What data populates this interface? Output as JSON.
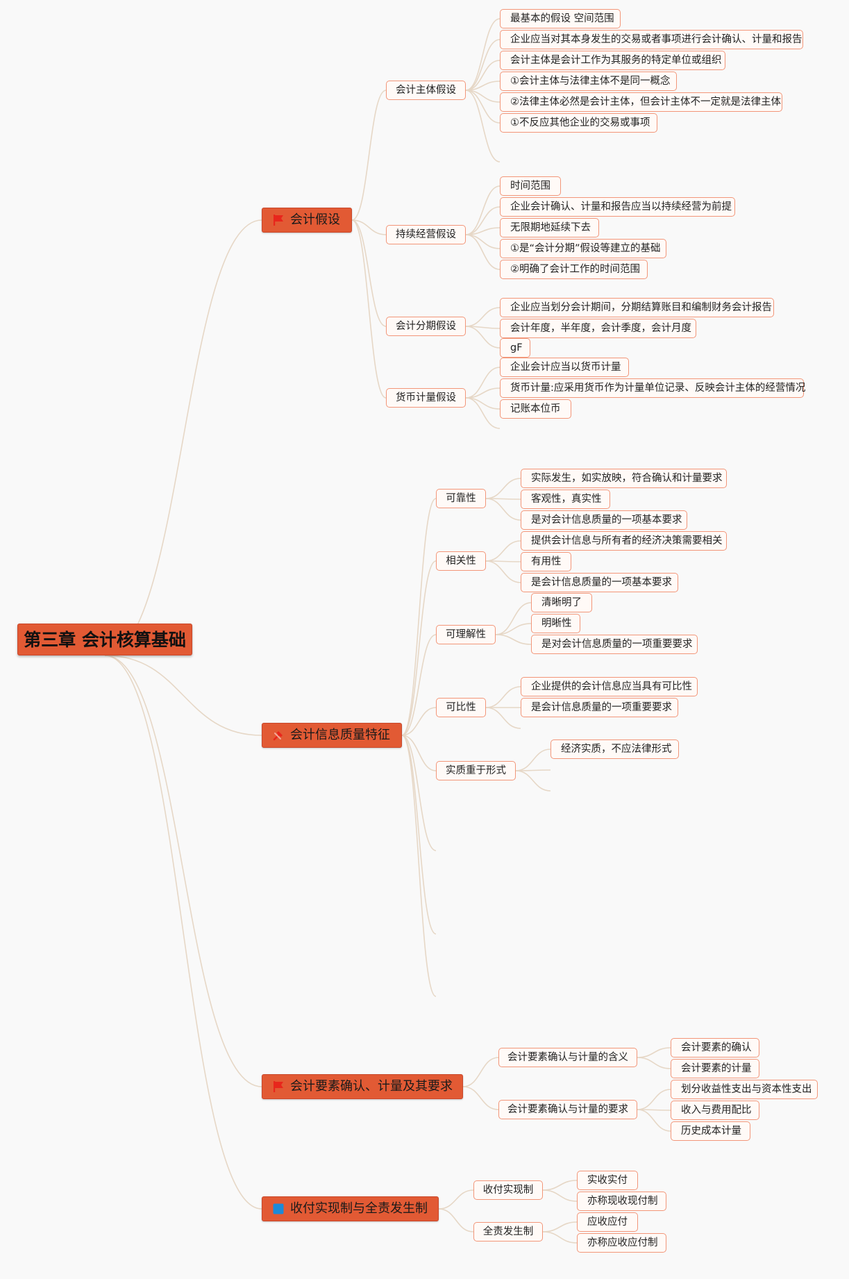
{
  "root": "第三章 会计核算基础",
  "branches": [
    {
      "label": "会计假设",
      "icon": "red-flag-icon",
      "subs": [
        {
          "label": "会计主体假设",
          "leaves": [
            "最基本的假设 空间范围",
            "企业应当对其本身发生的交易或者事项进行会计确认、计量和报告",
            "会计主体是会计工作为其服务的特定单位或组织",
            "①会计主体与法律主体不是同一概念",
            "②法律主体必然是会计主体，但会计主体不一定就是法律主体",
            "①不反应其他企业的交易或事项"
          ]
        },
        {
          "label": "持续经营假设",
          "leaves": [
            "时间范围",
            "企业会计确认、计量和报告应当以持续经营为前提",
            "无限期地延续下去",
            "①是“会计分期”假设等建立的基础",
            "②明确了会计工作的时间范围"
          ]
        },
        {
          "label": "会计分期假设",
          "leaves": [
            "企业应当划分会计期间，分期结算账目和编制财务会计报告",
            "会计年度，半年度，会计季度，会计月度",
            "gF"
          ]
        },
        {
          "label": "货币计量假设",
          "leaves": [
            "企业会计应当以货币计量",
            "货币计量:应采用货币作为计量单位记录、反映会计主体的经营情况",
            "记账本位币"
          ]
        }
      ]
    },
    {
      "label": "会计信息质量特征",
      "icon": "tools-icon",
      "subs": [
        {
          "label": "可靠性",
          "leaves": [
            "实际发生，如实放映，符合确认和计量要求",
            "客观性，真实性",
            "是对会计信息质量的一项基本要求"
          ]
        },
        {
          "label": "相关性",
          "leaves": [
            "提供会计信息与所有者的经济决策需要相关",
            "有用性",
            "是会计信息质量的一项基本要求"
          ]
        },
        {
          "label": "可理解性",
          "leaves": [
            "清晰明了",
            "明晰性",
            "是对会计信息质量的一项重要要求"
          ]
        },
        {
          "label": "可比性",
          "leaves": [
            "企业提供的会计信息应当具有可比性",
            "是会计信息质量的一项重要要求"
          ]
        },
        {
          "label": "实质重于形式",
          "leaves": [
            "经济实质，不应法律形式"
          ]
        }
      ]
    },
    {
      "label": "会计要素确认、计量及其要求",
      "icon": "red-flag-icon",
      "subs": [
        {
          "label": "会计要素确认与计量的含义",
          "leaves": [
            "会计要素的确认",
            "会计要素的计量"
          ]
        },
        {
          "label": "会计要素确认与计量的要求",
          "leaves": [
            "划分收益性支出与资本性支出",
            "收入与费用配比",
            "历史成本计量"
          ]
        }
      ]
    },
    {
      "label": "收付实现制与全责发生制",
      "icon": "blue-square-icon",
      "subs": [
        {
          "label": "收付实现制",
          "leaves": [
            "实收实付",
            "亦称现收现付制"
          ]
        },
        {
          "label": "全责发生制",
          "leaves": [
            "应收应付",
            "亦称应收应付制"
          ]
        }
      ]
    }
  ],
  "colors": {
    "background": "#f9f9f9",
    "root_fill": "#e25a34",
    "branch_fill": "#e25a34",
    "node_border": "#f29679",
    "node_fill": "#fffaf7",
    "connector": "#e6d7c6",
    "flag_red": "#e8261c",
    "square_blue": "#1c8ad8"
  }
}
